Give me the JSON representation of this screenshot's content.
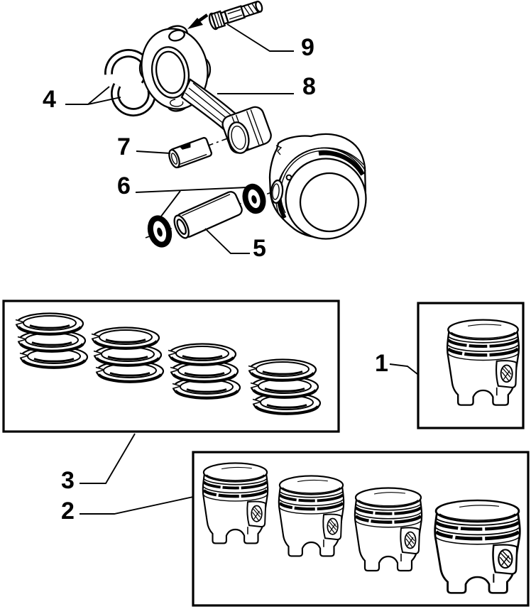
{
  "diagram": {
    "description": "Exploded parts diagram of engine pistons, piston rings, pin, circlips, bushing, bearing shells and connecting rod",
    "background_color": "#ffffff",
    "line_color": "#000000"
  },
  "callouts": [
    {
      "label": "1",
      "part": "single-piston-box"
    },
    {
      "label": "2",
      "part": "set-of-four-pistons-box"
    },
    {
      "label": "3",
      "part": "piston-ring-sets-box"
    },
    {
      "label": "4",
      "part": "big-end-bearing-shells"
    },
    {
      "label": "5",
      "part": "piston-pin"
    },
    {
      "label": "6",
      "part": "pin-circlips"
    },
    {
      "label": "7",
      "part": "small-end-bushing"
    },
    {
      "label": "8",
      "part": "connecting-rod"
    },
    {
      "label": "9",
      "part": "connecting-rod-bolt"
    }
  ]
}
